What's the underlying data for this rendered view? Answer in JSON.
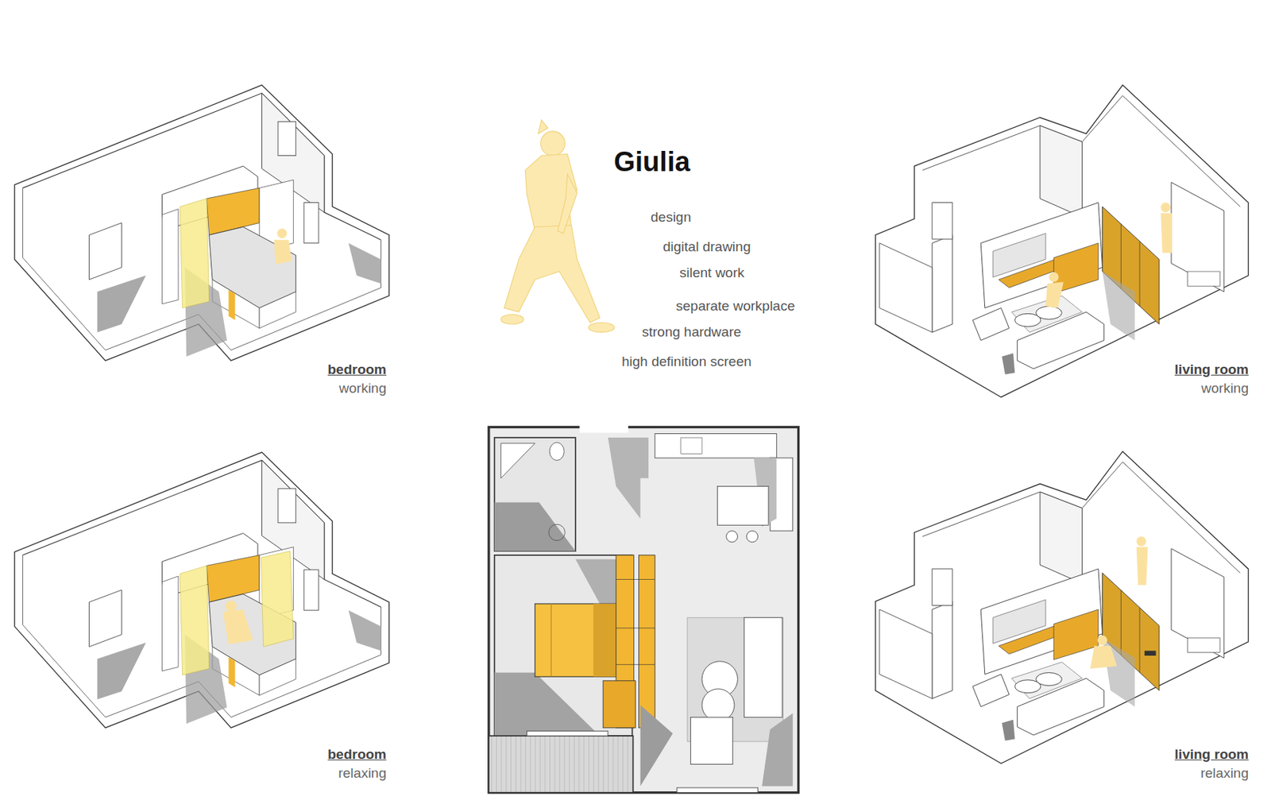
{
  "diagram": {
    "title": "Giulia",
    "labels": [
      "design",
      "digital drawing",
      "silent work",
      "separate workplace",
      "strong hardware",
      "high definition screen",
      "bedroom",
      "working",
      "living room",
      "working",
      "bedroom",
      "relaxing",
      "living room",
      "relaxing"
    ]
  }
}
